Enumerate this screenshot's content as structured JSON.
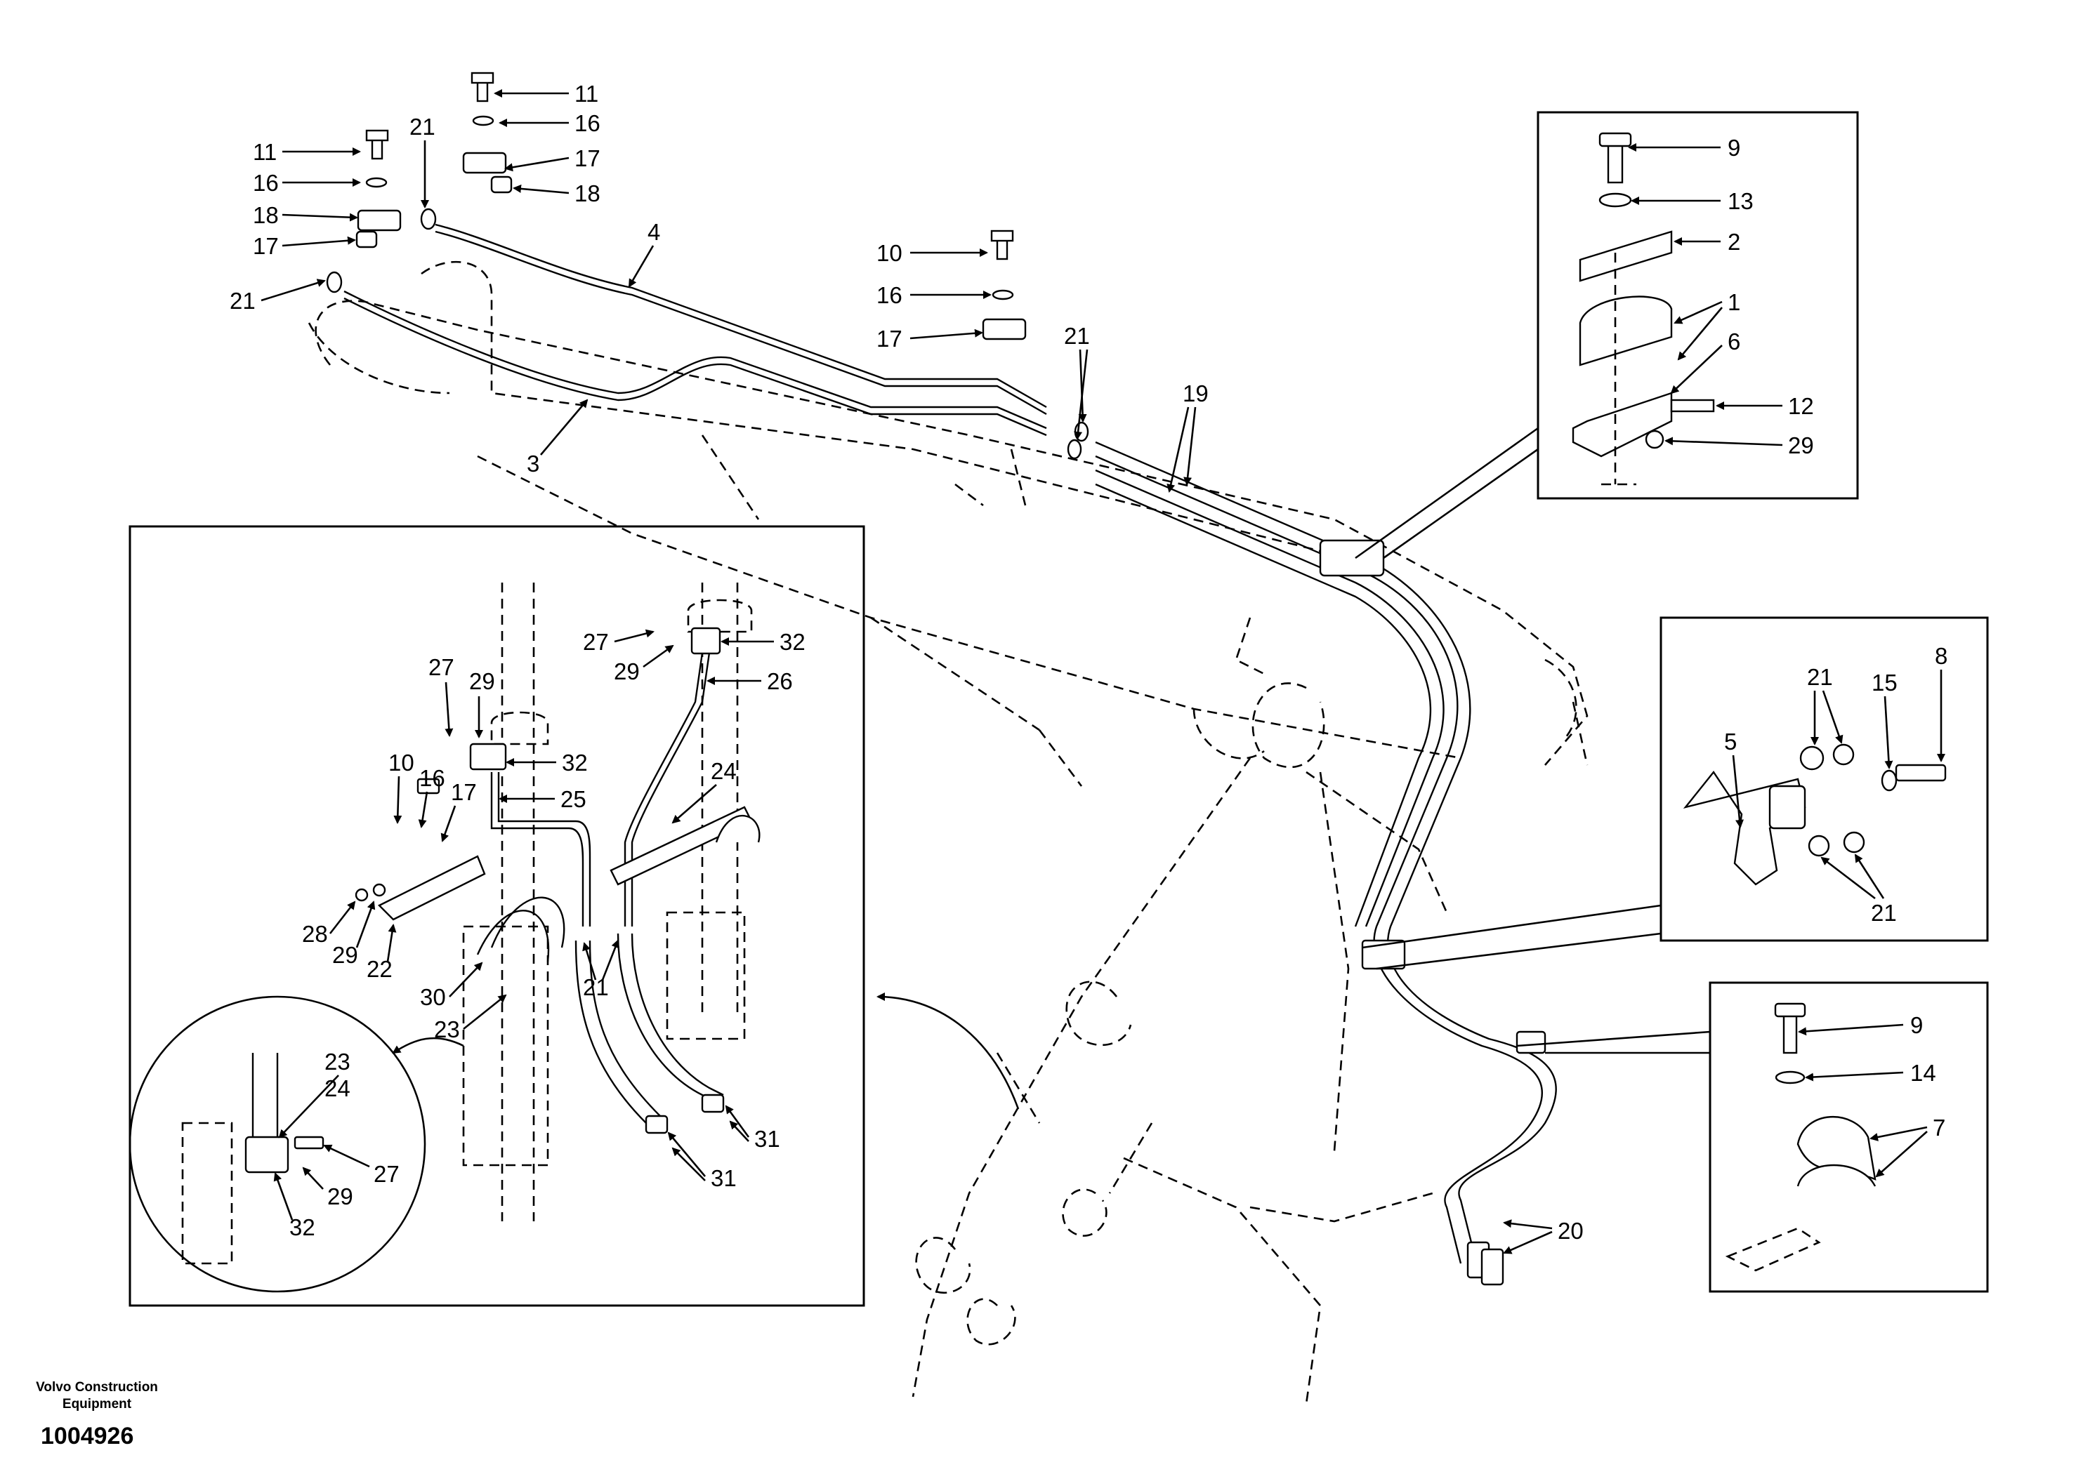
{
  "brand": {
    "name": "Volvo Construction Equipment",
    "doc_number": "1004926"
  },
  "callouts": {
    "c11a": "11",
    "c16a": "16",
    "c17a": "17",
    "c18a": "18",
    "c11b": "11",
    "c16b": "16",
    "c18b": "18",
    "c17b": "17",
    "c21a": "21",
    "c21b": "21",
    "c4": "4",
    "c3": "3",
    "c10a": "10",
    "c16c": "16",
    "c17c": "17",
    "c21c": "21",
    "c19": "19",
    "c9a": "9",
    "c13": "13",
    "c2": "2",
    "c1": "1",
    "c6": "6",
    "c12": "12",
    "c29a": "29",
    "c5": "5",
    "c21d": "21",
    "c15": "15",
    "c8": "8",
    "c21e": "21",
    "c9b": "9",
    "c14": "14",
    "c7": "7",
    "c20": "20",
    "c27a": "27",
    "c29b": "29",
    "c32a": "32",
    "c26": "26",
    "c27b": "27",
    "c29c": "29",
    "c32b": "32",
    "c25": "25",
    "c10b": "10",
    "c16d": "16",
    "c17d": "17",
    "c24a": "24",
    "c28": "28",
    "c29d": "29",
    "c22": "22",
    "c30": "30",
    "c23a": "23",
    "c21f": "21",
    "c31a": "31",
    "c31b": "31",
    "c23b": "23",
    "c24b": "24",
    "c27c": "27",
    "c29e": "29",
    "c32c": "32"
  }
}
